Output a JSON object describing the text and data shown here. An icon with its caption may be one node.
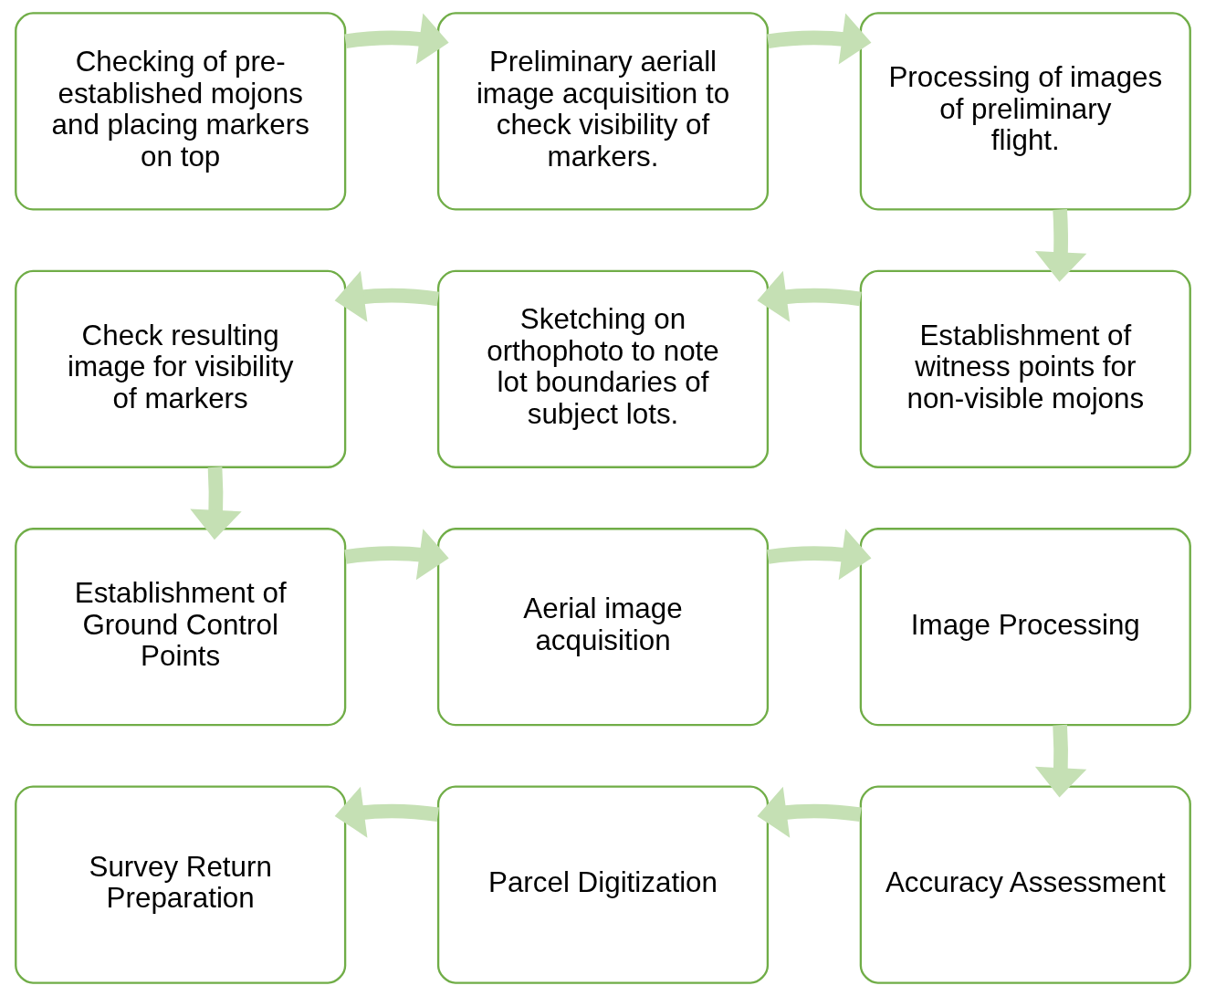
{
  "diagram": {
    "nodes": [
      {
        "text": [
          "Checking of pre-established mojons and placing markers on top"
        ]
      },
      {
        "text": [
          "Preliminary aeriall image acquisition to check visibility of markers."
        ]
      },
      {
        "text": [
          "Processing of images of preliminary flight."
        ]
      },
      {
        "text": [
          "Establishment of witness points for non-visible mojons"
        ]
      },
      {
        "text": [
          "Sketching on orthophoto to note lot boundaries of subject lots."
        ]
      },
      {
        "text": [
          "Check resulting image for visibility of markers"
        ]
      },
      {
        "text": [
          "Establishment of Ground Control Points"
        ]
      },
      {
        "text": [
          "Aerial image acquisition"
        ]
      },
      {
        "text": [
          "Image Processing"
        ]
      },
      {
        "text": [
          "Accuracy Assessment"
        ]
      },
      {
        "text": [
          "Parcel Digitization"
        ]
      },
      {
        "text": [
          "Survey Return Preparation"
        ]
      }
    ],
    "edges": [
      {
        "from": 0,
        "to": 1,
        "arrow": "to"
      },
      {
        "from": 1,
        "to": 2,
        "arrow": "to"
      },
      {
        "from": 2,
        "to": 3,
        "arrow": "to"
      },
      {
        "from": 3,
        "to": 4,
        "arrow": "to"
      },
      {
        "from": 4,
        "to": 5,
        "arrow": "to"
      },
      {
        "from": 5,
        "to": 6,
        "arrow": "to"
      },
      {
        "from": 6,
        "to": 7,
        "arrow": "to"
      },
      {
        "from": 7,
        "to": 8,
        "arrow": "to"
      },
      {
        "from": 8,
        "to": 9,
        "arrow": "to"
      },
      {
        "from": 9,
        "to": 10,
        "arrow": "to"
      },
      {
        "from": 10,
        "to": 11,
        "arrow": "to"
      }
    ]
  }
}
